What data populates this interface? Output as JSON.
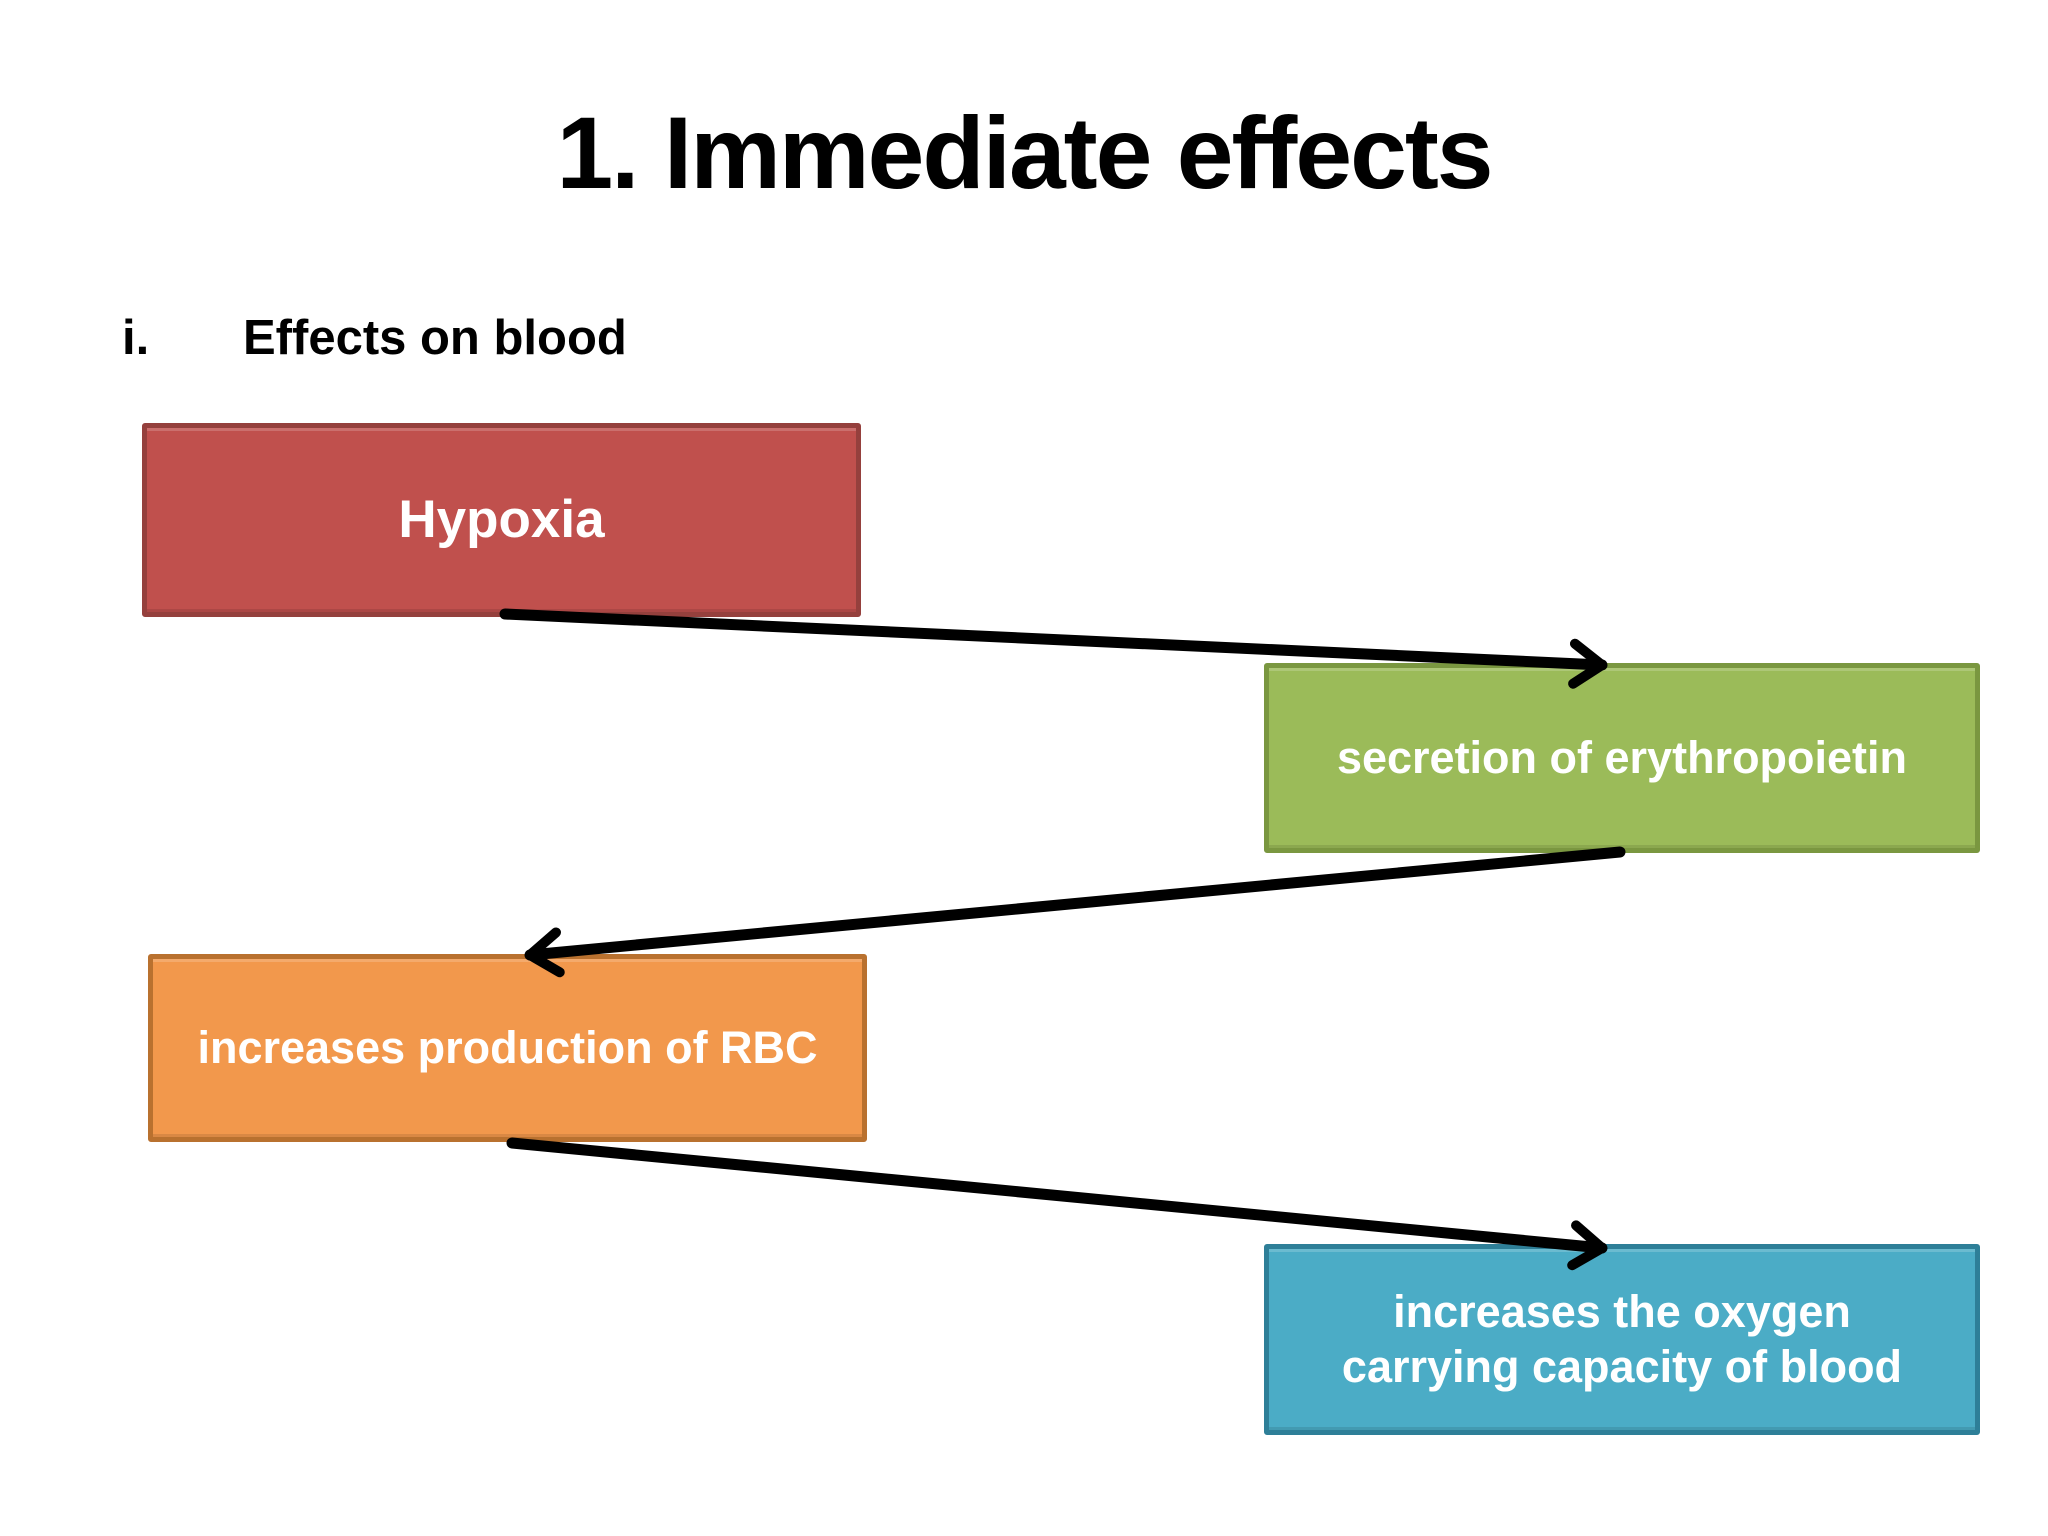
{
  "slide": {
    "title": "1. Immediate effects",
    "list_marker": "i.",
    "subtitle": "Effects on blood",
    "background": "#ffffff",
    "title_color": "#000000"
  },
  "diagram": {
    "type": "flowchart",
    "nodes": [
      {
        "id": "hypoxia",
        "label": "Hypoxia",
        "fill": "#c0504d",
        "border": "#95403d",
        "text_color": "#ffffff"
      },
      {
        "id": "erythropoietin",
        "label": "secretion of erythropoietin",
        "fill": "#9bbb59",
        "border": "#7a9740",
        "text_color": "#ffffff"
      },
      {
        "id": "rbc",
        "label": "increases production of RBC",
        "fill": "#f2984c",
        "border": "#b9712f",
        "text_color": "#ffffff"
      },
      {
        "id": "oxygen",
        "label": "increases the oxygen carrying capacity of blood",
        "fill": "#4bacc6",
        "border": "#2e7f98",
        "text_color": "#ffffff"
      }
    ],
    "connections": [
      {
        "from": "hypoxia",
        "to": "erythropoietin"
      },
      {
        "from": "erythropoietin",
        "to": "rbc"
      },
      {
        "from": "rbc",
        "to": "oxygen"
      }
    ],
    "arrow_color": "#000000"
  }
}
